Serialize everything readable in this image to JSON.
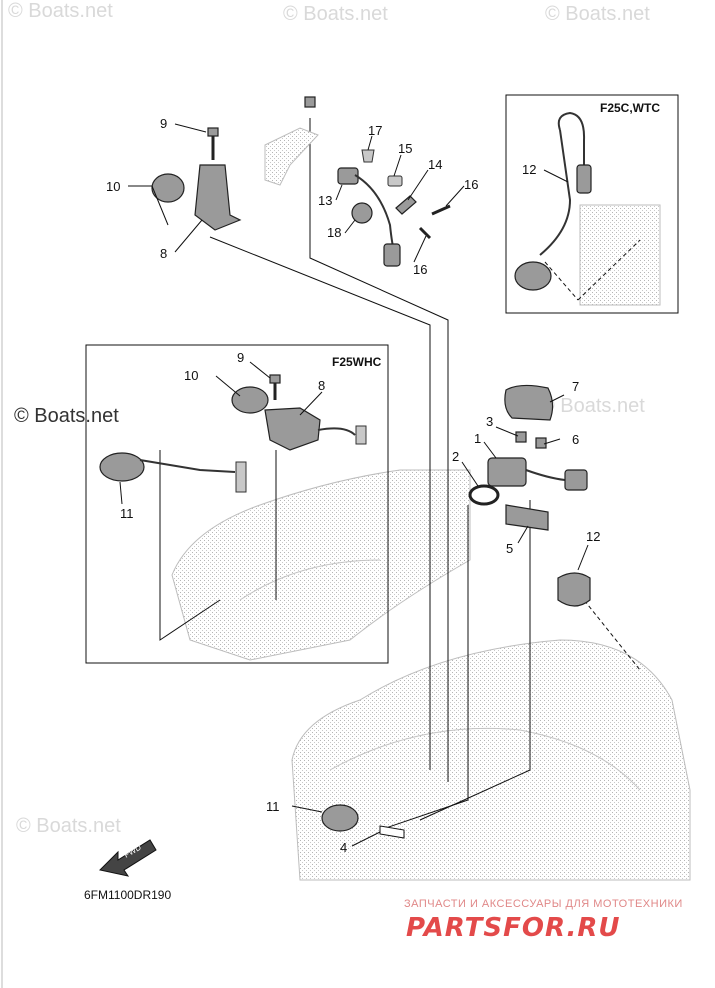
{
  "watermarks": {
    "top_left": "© Boats.net",
    "top_right": "© Boats.net",
    "middle_left": "© Boats.net",
    "middle_right": "© Boats.net",
    "bottom_left": "© Boats.net"
  },
  "inset_boxes": {
    "top_right_label": "F25C,WTC",
    "middle_left_label": "F25WHC"
  },
  "callouts": {
    "c1": "1",
    "c2": "2",
    "c3": "3",
    "c4": "4",
    "c5": "5",
    "c6": "6",
    "c7": "7",
    "c8_main": "8",
    "c8_box": "8",
    "c9_main": "9",
    "c9_box": "9",
    "c10_main": "10",
    "c10_box": "10",
    "c11_box": "11",
    "c11_main": "11",
    "c12_box": "12",
    "c12_main": "12",
    "c13": "13",
    "c14": "14",
    "c15": "15",
    "c16_a": "16",
    "c16_b": "16",
    "c17": "17",
    "c18": "18"
  },
  "diagram_code": "6FM1100DR190",
  "fwd_marker": "FWD",
  "shop": {
    "caption": "ЗАПЧАСТИ И АКСЕССУАРЫ ДЛЯ МОТОТЕХНИКИ",
    "logo": "PARTSFOR.RU"
  }
}
